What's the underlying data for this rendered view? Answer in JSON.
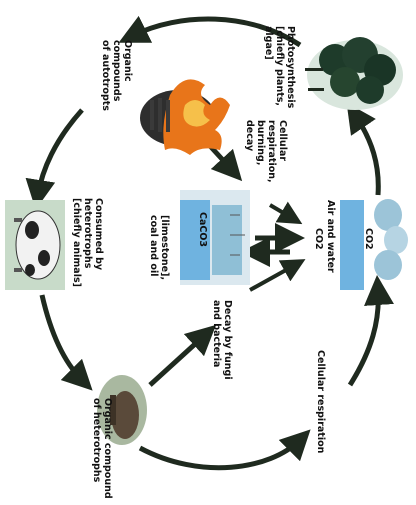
{
  "diagram": {
    "labels": {
      "organic_autotrophs": [
        "Organic",
        "compounds",
        "of autotropts"
      ],
      "photosynthesis": [
        "Photosynthesis",
        "[chiefly plants,",
        "algae]"
      ],
      "cellular_burning": [
        "Cellular",
        "respiration,",
        "burning,",
        "decay"
      ],
      "caco3": [
        "CaCO3"
      ],
      "limestone": [
        "[limestone],",
        "coal and oil"
      ],
      "air_water": [
        "Air and water"
      ],
      "co2_left": [
        "CO2"
      ],
      "co2_cloud": [
        "CO2"
      ],
      "consumed": [
        "Consumed by",
        "heterotrophs",
        "[chiefly animals]"
      ],
      "decay_fungi": [
        "Decay by fungi",
        "and bacteria"
      ],
      "cellular_respiration": [
        "Cellular respiration"
      ],
      "organic_heterotrophs": [
        "Organic compound",
        "of heterotrophs"
      ]
    },
    "colors": {
      "arrow": "#1f2a1f",
      "water": "#6fb3e0",
      "tree": "#1e3b2a",
      "fire": "#e8751a",
      "cow_body": "#f2f2f2",
      "soil": "#5a4a3a",
      "cloud": "#9cc4d8"
    }
  }
}
